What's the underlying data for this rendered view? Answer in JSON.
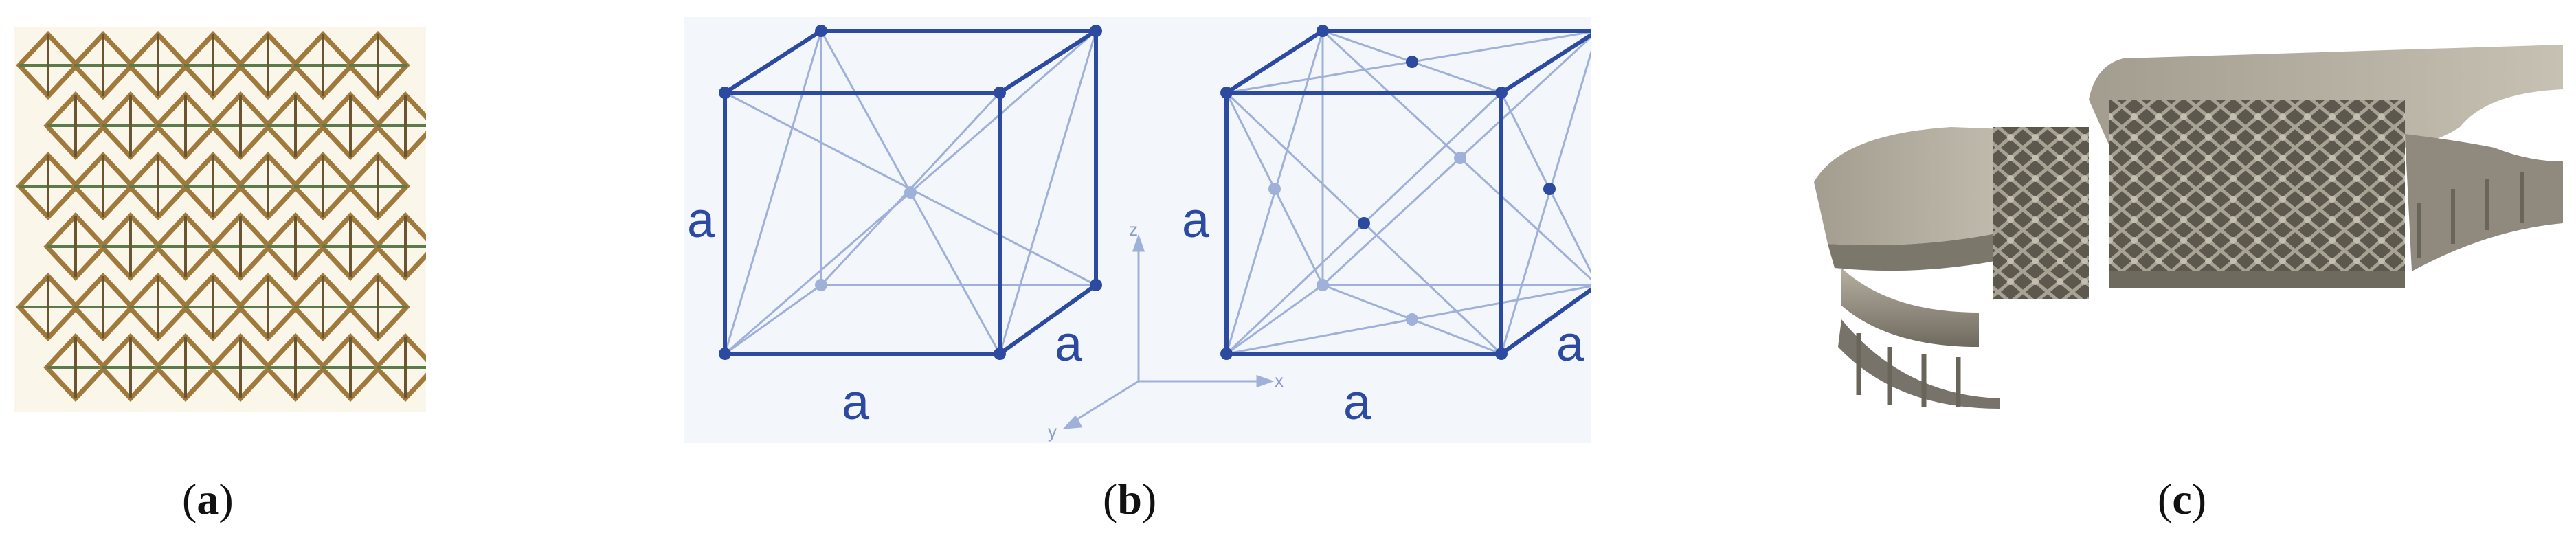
{
  "panels": [
    {
      "id": "a",
      "caption": "a"
    },
    {
      "id": "b",
      "caption": "b",
      "cube_left": {
        "edge_labels": [
          "a",
          "a",
          "a"
        ]
      },
      "cube_right": {
        "edge_labels": [
          "a",
          "a",
          "a"
        ]
      },
      "axes": {
        "z": "z",
        "x": "x",
        "y": "y"
      }
    },
    {
      "id": "c",
      "caption": "c"
    }
  ],
  "colors": {
    "cube": "#2b4aa0",
    "cube_light": "#9fb1d8",
    "lattice": "#a07a3c",
    "part": "#8a8476",
    "caption": "#111111"
  }
}
